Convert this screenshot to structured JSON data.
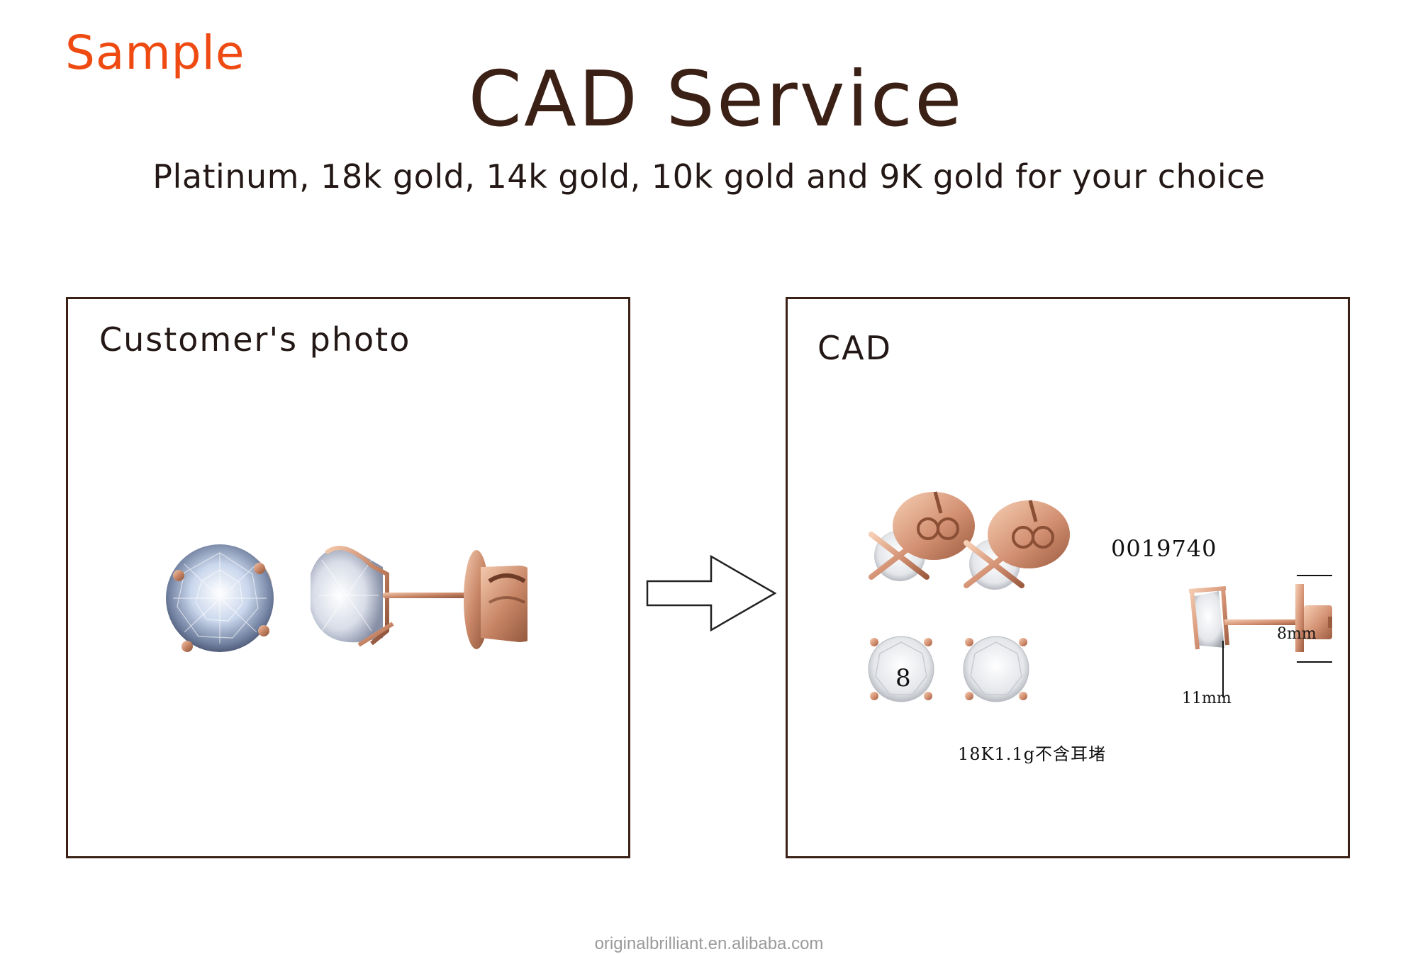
{
  "header": {
    "sample_label": "Sample",
    "title": "CAD Service",
    "subtitle": "Platinum, 18k gold, 14k gold, 10k gold and 9K gold for your choice"
  },
  "panels": {
    "customer": {
      "title": "Customer's photo"
    },
    "cad": {
      "title": "CAD",
      "model_code": "0019740",
      "dimension_height": "8mm",
      "dimension_length": "11mm",
      "stone_size": "8",
      "weight_note": "18K1.1g不含耳堵"
    }
  },
  "footer": {
    "watermark": "originalbrilliant.en.alibaba.com"
  },
  "colors": {
    "sample_red": "#ee4a12",
    "title_brown": "#3a2015",
    "border_brown": "#3a2015",
    "rose_gold": "#c98a6a"
  },
  "icons": {
    "arrow": "right-arrow-outline-icon"
  }
}
